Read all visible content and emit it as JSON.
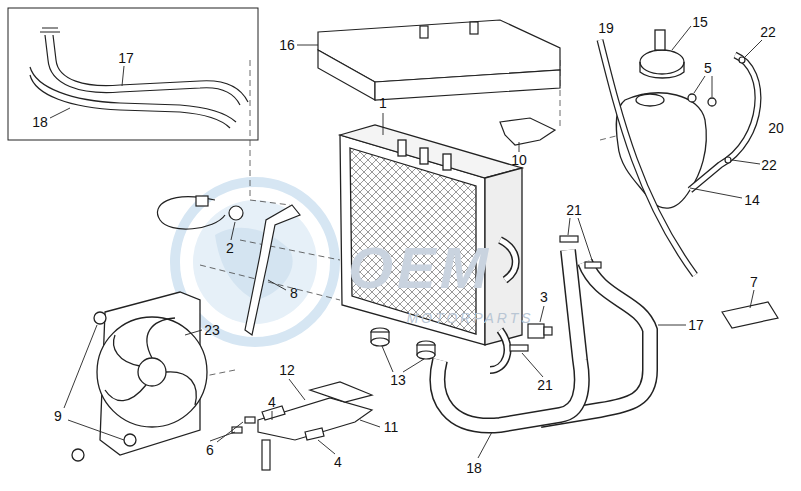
{
  "diagram": {
    "labels": [
      "17",
      "18",
      "16",
      "1",
      "19",
      "15",
      "22",
      "5",
      "20",
      "22",
      "10",
      "14",
      "2",
      "8",
      "21",
      "17",
      "7",
      "23",
      "3",
      "21",
      "13",
      "12",
      "4",
      "11",
      "9",
      "6",
      "4",
      "18",
      "OEM",
      "MOTORPARTS"
    ]
  }
}
